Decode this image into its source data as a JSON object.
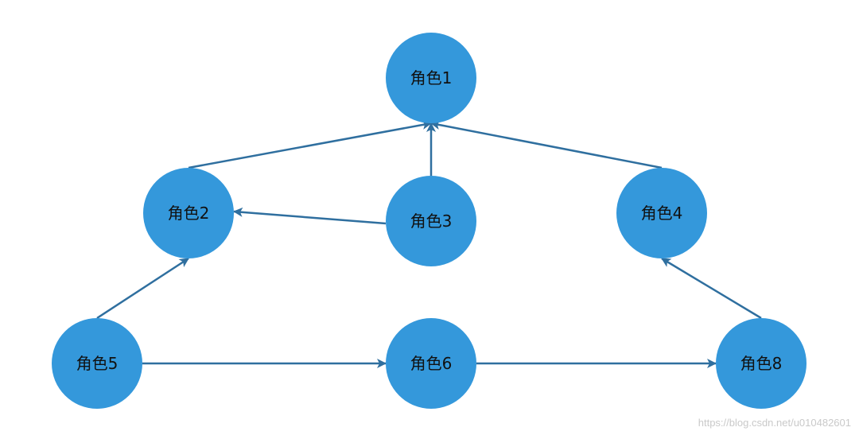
{
  "colors": {
    "node_fill": "#3498db",
    "edge_stroke": "#2f6f9f",
    "label": "#111111",
    "watermark": "#c9c9c9"
  },
  "nodes": [
    {
      "id": "n1",
      "label": "角色1"
    },
    {
      "id": "n2",
      "label": "角色2"
    },
    {
      "id": "n3",
      "label": "角色3"
    },
    {
      "id": "n4",
      "label": "角色4"
    },
    {
      "id": "n5",
      "label": "角色5"
    },
    {
      "id": "n6",
      "label": "角色6"
    },
    {
      "id": "n8",
      "label": "角色8"
    }
  ],
  "edges": [
    {
      "from": "n2",
      "to": "n1"
    },
    {
      "from": "n3",
      "to": "n1"
    },
    {
      "from": "n4",
      "to": "n1"
    },
    {
      "from": "n3",
      "to": "n2"
    },
    {
      "from": "n5",
      "to": "n2"
    },
    {
      "from": "n8",
      "to": "n4"
    },
    {
      "from": "n5",
      "to": "n6"
    },
    {
      "from": "n6",
      "to": "n8"
    }
  ],
  "watermark": "https://blog.csdn.net/u010482601"
}
